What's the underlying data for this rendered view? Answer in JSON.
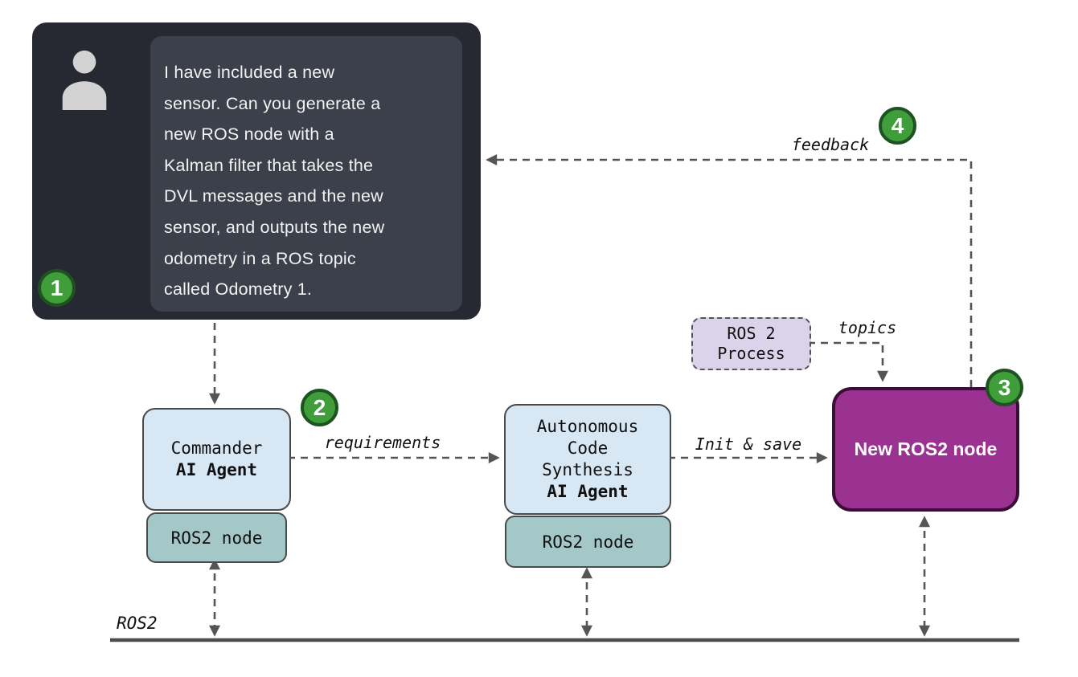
{
  "chat": {
    "badge": "1",
    "lines": [
      "I have included a new",
      "sensor. Can you generate a",
      "new ROS node with a",
      "Kalman filter that takes the",
      "DVL messages and the new",
      "sensor, and outputs the new",
      "odometry in a ROS topic",
      "called Odometry 1."
    ]
  },
  "commander_agent": {
    "badge": "2",
    "title": "Commander",
    "subtitle": "AI Agent",
    "ros2_node_label": "ROS2 node"
  },
  "synthesis_agent": {
    "lines": [
      "Autonomous",
      "Code",
      "Synthesis"
    ],
    "subtitle": "AI Agent",
    "ros2_node_label": "ROS2 node"
  },
  "ros2_process": {
    "line1": "ROS 2",
    "line2": "Process"
  },
  "new_ros2_node": {
    "badge": "3",
    "label": "New ROS2 node"
  },
  "edges": {
    "requirements": "requirements",
    "init_save": "Init & save",
    "topics": "topics",
    "feedback": "feedback",
    "feedback_badge": "4"
  },
  "bus": {
    "label": "ROS2"
  },
  "colors": {
    "badge_green": "#3f9e3a",
    "badge_green_border": "#1e5220",
    "agent_blue": "#d7e7f4",
    "ros2_node_teal": "#a4c7c7",
    "process_lavender": "#dbd3ea",
    "new_node_purple": "#9b3190",
    "new_node_purple_border": "#3c0d38",
    "chat_outer": "#262932",
    "chat_inner": "#3b404b",
    "connector_gray": "#555555"
  }
}
